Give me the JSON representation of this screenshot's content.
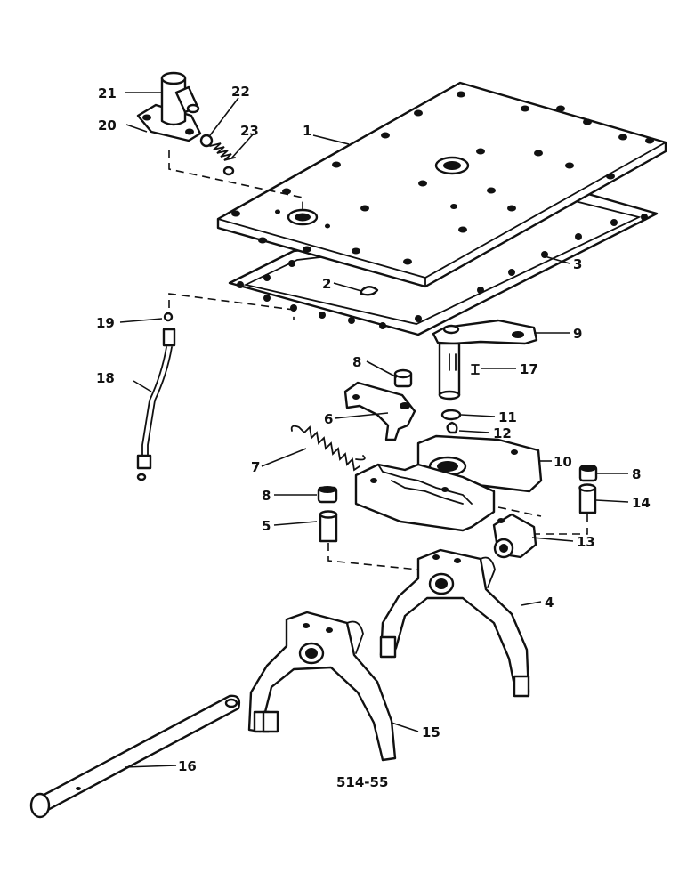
{
  "callouts": [
    "1",
    "2",
    "3",
    "4",
    "5",
    "6",
    "7",
    "8",
    "8",
    "8",
    "9",
    "10",
    "11",
    "12",
    "13",
    "14",
    "15",
    "16",
    "17",
    "18",
    "19",
    "20",
    "21",
    "22",
    "23"
  ],
  "figure_code": "514-55"
}
